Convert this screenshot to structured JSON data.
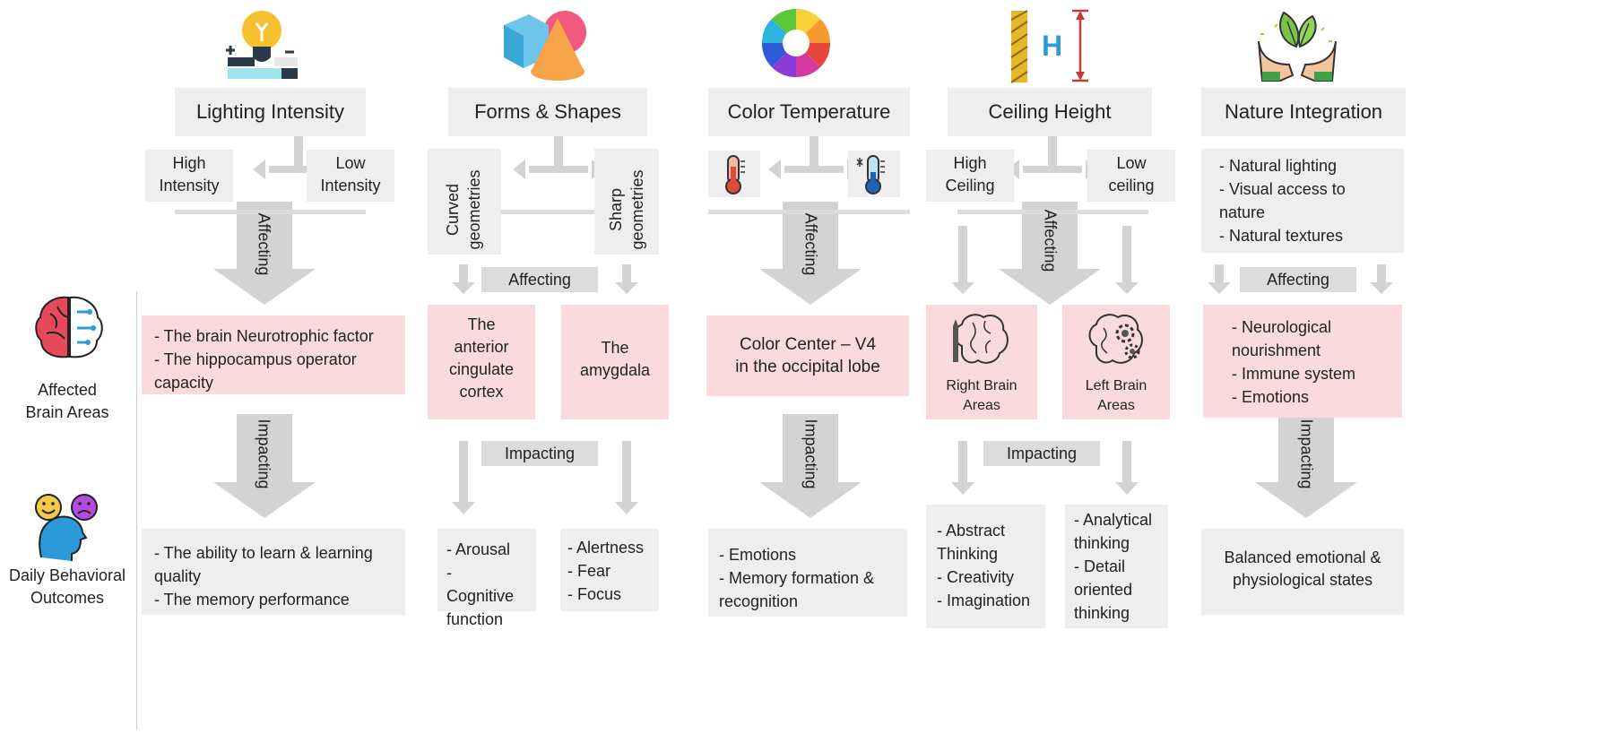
{
  "side_labels": {
    "affected": "Affected\nBrain Areas",
    "outcomes": "Daily Behavioral\nOutcomes"
  },
  "verbs": {
    "affecting": "Affecting",
    "impacting": "Impacting"
  },
  "columns": [
    {
      "title": "Lighting Intensity",
      "options": [
        "High\nIntensity",
        "Low\nIntensity"
      ],
      "brain": "- The brain Neurotrophic factor\n- The hippocampus operator\ncapacity",
      "outcome": "- The ability to learn & learning\nquality\n- The memory  performance"
    },
    {
      "title": "Forms & Shapes",
      "options": [
        "Curved\ngeometries",
        "Sharp\ngeometries"
      ],
      "brain": [
        "The\nanterior\ncingulate\ncortex",
        "The\namygdala"
      ],
      "outcome": [
        "- Arousal\n- Cognitive\nfunction",
        "- Alertness\n- Fear\n- Focus"
      ]
    },
    {
      "title": "Color Temperature",
      "options": [
        "warm-thermometer-icon",
        "cold-thermometer-icon"
      ],
      "brain": "Color Center – V4\nin the occipital lobe",
      "outcome": "- Emotions\n- Memory formation &\nrecognition"
    },
    {
      "title": "Ceiling Height",
      "options": [
        "High\nCeiling",
        "Low\nceiling"
      ],
      "brain": [
        "Right Brain\nAreas",
        "Left Brain\nAreas"
      ],
      "outcome": [
        "- Abstract\nThinking\n- Creativity\n- Imagination",
        "- Analytical\nthinking\n- Detail\noriented\nthinking"
      ]
    },
    {
      "title": "Nature Integration",
      "options": "- Natural lighting\n- Visual access to\nnature\n- Natural textures",
      "brain": "- Neurological\nnourishment\n- Immune system\n- Emotions",
      "outcome": "Balanced emotional &\nphysiological states"
    }
  ],
  "icons": [
    "light-bulb-icon",
    "shapes-icon",
    "color-wheel-icon",
    "ceiling-height-icon",
    "nature-hands-icon",
    "brain-icon",
    "emotions-head-icon",
    "brain-sketch-icon",
    "brain-gears-icon"
  ],
  "colors": {
    "box_gray": "#eeeeee",
    "box_pink": "#fadadd",
    "arrow_gray": "#d3d3d3"
  }
}
